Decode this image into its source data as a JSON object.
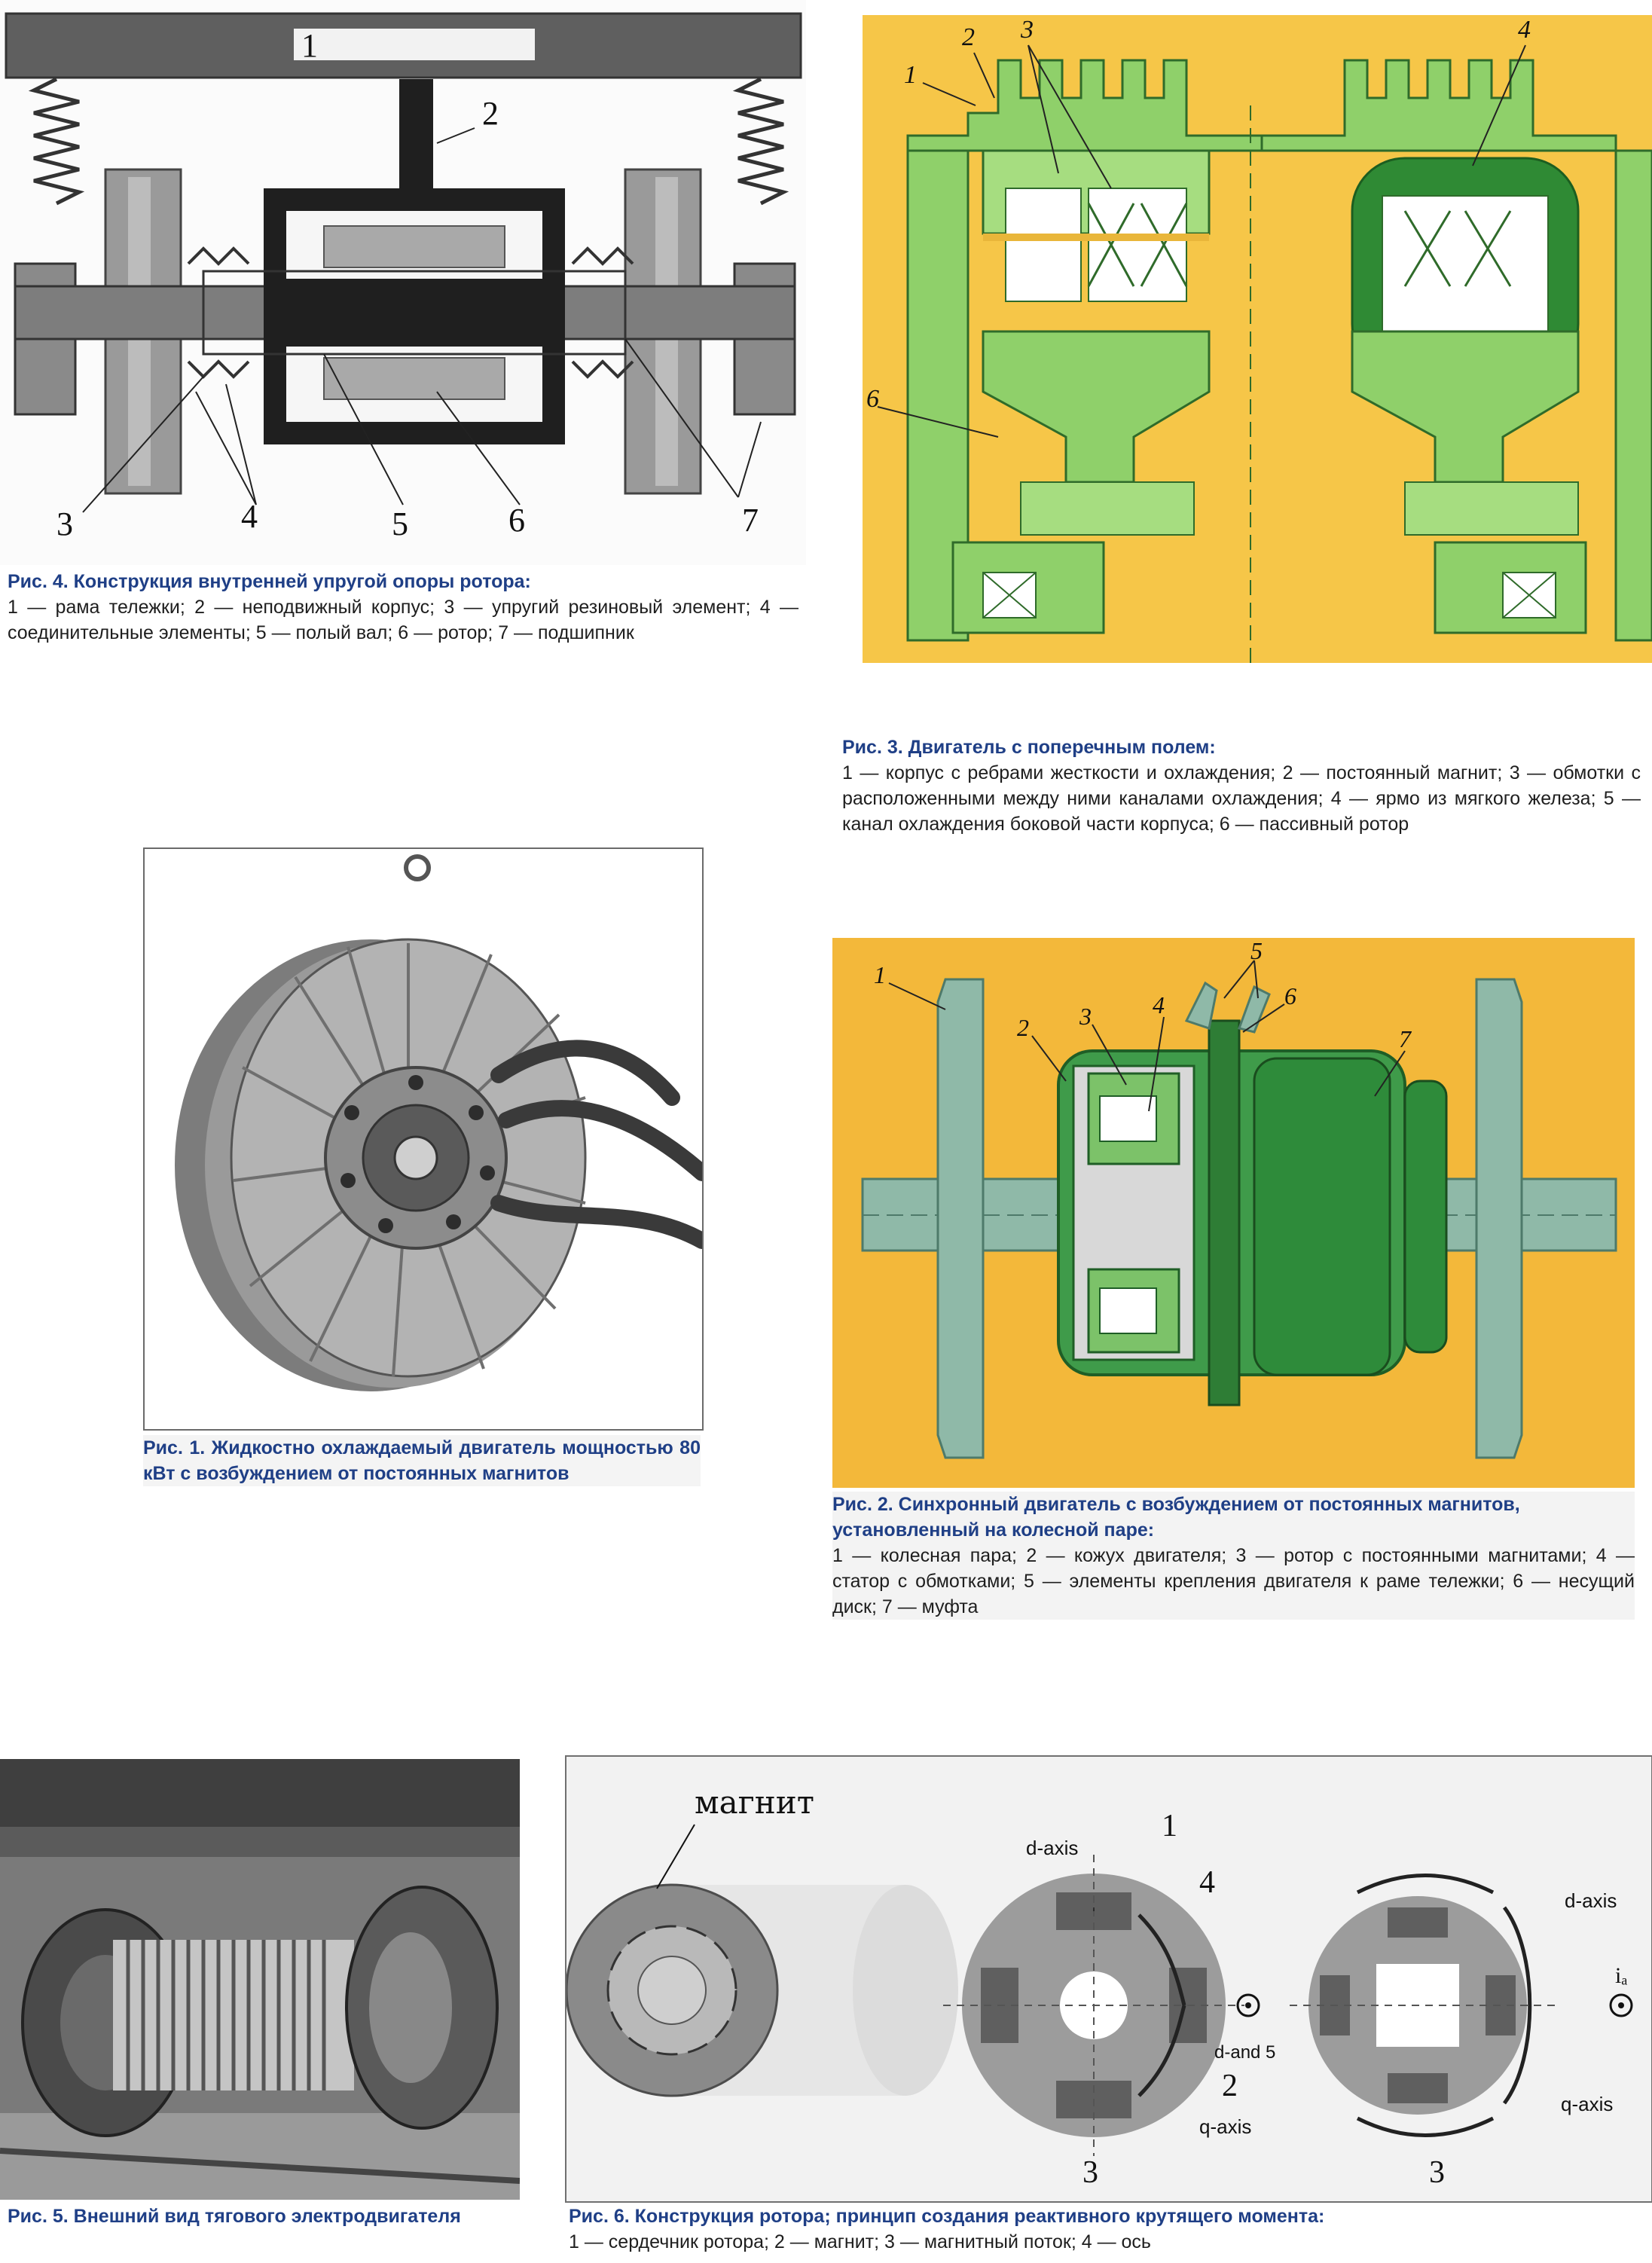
{
  "fig4": {
    "callouts": [
      "1",
      "2",
      "3",
      "4",
      "5",
      "6",
      "7"
    ],
    "caption_title": "Рис. 4. Конструкция внутренней упругой опоры ротора:",
    "caption_text": "1 — рама тележки; 2 — неподвижный корпус; 3 — упругий резиновый элемент; 4 — соединительные элементы; 5 — полый вал; 6 — ротор; 7 — подшипник"
  },
  "fig3": {
    "callouts": [
      "1",
      "2",
      "3",
      "4",
      "6"
    ],
    "caption_title": "Рис. 3. Двигатель с поперечным полем:",
    "caption_text": "1 — корпус с ребрами жесткости и охлаждения; 2 — постоянный магнит; 3 — обмотки с расположенными между ними каналами охлаждения; 4 — ярмо из мягкого железа; 5 — канал охлаждения боковой части корпуса; 6 — пассивный ротор"
  },
  "fig1": {
    "caption_text": "Рис. 1. Жидкостно охлаждаемый двигатель мощностью 80 кВт с возбуждением от постоянных магнитов"
  },
  "fig2": {
    "callouts": [
      "1",
      "2",
      "3",
      "4",
      "5",
      "6",
      "7"
    ],
    "caption_title": "Рис. 2. Синхронный двигатель с возбуждением от постоянных магнитов, установленный на колесной паре:",
    "caption_text": "1 — колесная пара; 2 — кожух двигателя; 3 — ротор с постоянными магнитами; 4 — статор с обмотками; 5 — элементы крепления двигателя к раме тележки; 6 — несущий диск; 7 — муфта"
  },
  "fig5": {
    "caption_text": "Рис. 5. Внешний вид тягового электродвигателя"
  },
  "fig6": {
    "label_magnet": "магнит",
    "label_d_axis_1": "d-axis",
    "label_1": "1",
    "label_4": "4",
    "label_d_and_5": "d-and 5",
    "label_2": "2",
    "label_q_axis_1": "q-axis",
    "label_3a": "3",
    "label_d_axis_2": "d-axis",
    "label_ia": "iₐ",
    "label_q_axis_2": "q-axis",
    "label_3b": "3",
    "caption_title": "Рис. 6. Конструкция ротора; принцип создания реактивного крутящего момента:",
    "caption_text": "1 — сердечник ротора; 2 — магнит; 3 — магнитный поток; 4 — ось"
  },
  "colors": {
    "caption_title": "#1f3f86",
    "fig3_background": "#f6c648",
    "fig3_green_light": "#8fd06a",
    "fig3_green_dark": "#2f8a34",
    "fig2_background": "#f3b83a",
    "fig2_green": "#2e8b3a",
    "fig2_axle": "#8fb9a8"
  }
}
